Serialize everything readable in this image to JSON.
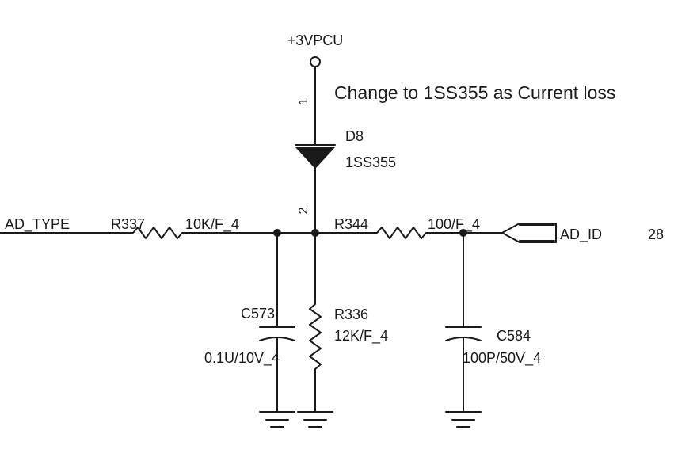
{
  "power_rail": {
    "label": "+3VPCU"
  },
  "note": "Change to 1SS355 as Current loss",
  "diode": {
    "ref": "D8",
    "value": "1SS355",
    "pin_anode": "1",
    "pin_cathode": "2"
  },
  "nets": {
    "input": "AD_TYPE",
    "output": "AD_ID",
    "output_ref": "28"
  },
  "resistors": [
    {
      "ref": "R337",
      "value": "10K/F_4"
    },
    {
      "ref": "R344",
      "value": "100/F_4"
    },
    {
      "ref": "R336",
      "value": "12K/F_4"
    }
  ],
  "capacitors": [
    {
      "ref": "C573",
      "value": "0.1U/10V_4"
    },
    {
      "ref": "C584",
      "value": "100P/50V_4"
    }
  ]
}
